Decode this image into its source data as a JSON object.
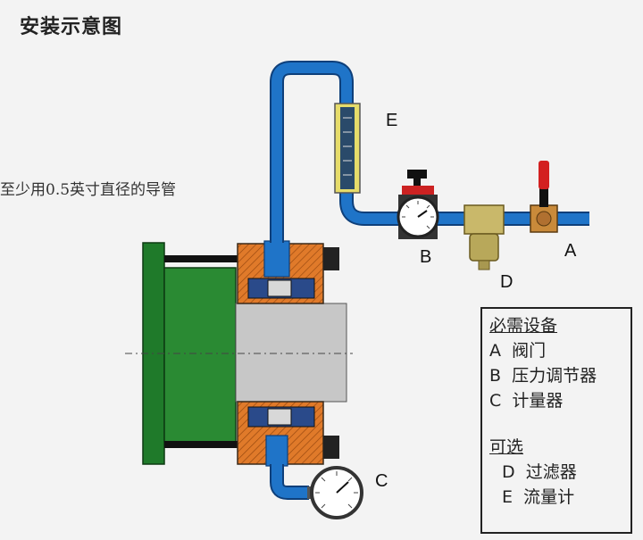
{
  "title": "安装示意图",
  "note": "至少用0.5英寸直径的导管",
  "labels": {
    "E": "E",
    "B": "B",
    "D": "D",
    "A": "A",
    "C": "C"
  },
  "legend": {
    "required_heading": "必需设备",
    "required_items": [
      {
        "key": "A",
        "text": "阀门"
      },
      {
        "key": "B",
        "text": "压力调节器"
      },
      {
        "key": "C",
        "text": "计量器"
      }
    ],
    "optional_heading": "可选",
    "optional_items": [
      {
        "key": "D",
        "text": "过滤器"
      },
      {
        "key": "E",
        "text": "流量计"
      }
    ]
  },
  "colors": {
    "pipe": "#1f74c8",
    "pipe_edge": "#0e3f7a",
    "housing": "#e07a2a",
    "machine": "#1f7a2a",
    "shaft": "#c8c8c8",
    "valve_handle": "#d32020",
    "valve_body": "#c98a3a",
    "filter": "#c9b86a",
    "flowmeter": "#e6dc6a"
  }
}
